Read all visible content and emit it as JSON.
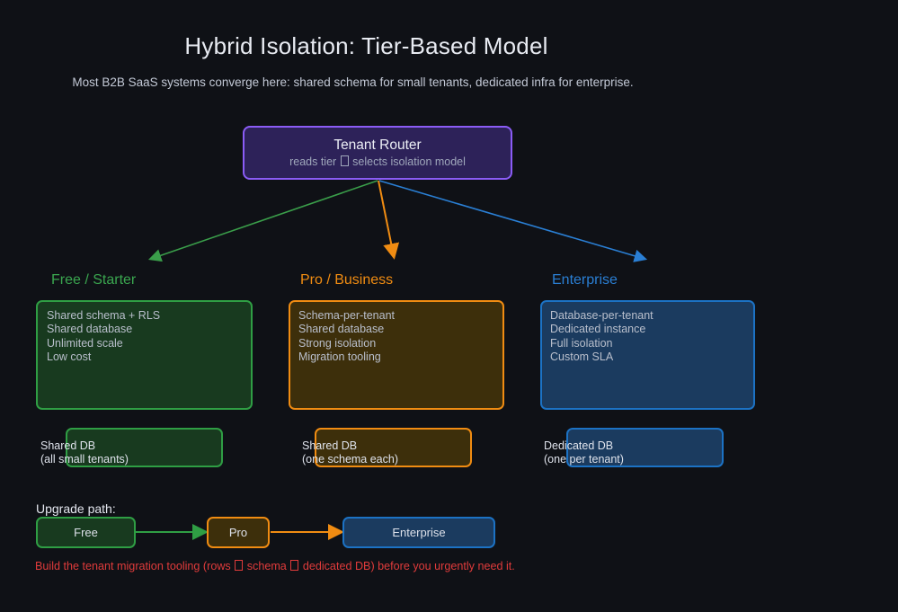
{
  "page": {
    "title": "Hybrid Isolation: Tier-Based Model",
    "subtitle": "Most B2B SaaS systems converge here: shared schema for small tenants, dedicated infra for enterprise.",
    "background_color": "#0f1116"
  },
  "router": {
    "title": "Tenant Router",
    "subtitle_before": "reads tier",
    "subtitle_after": "selects isolation model",
    "border_color": "#8b5cf6",
    "fill_color": "#2d2259"
  },
  "tiers": [
    {
      "heading": "Free / Starter",
      "color": "#3aa64f",
      "fill": "#183a1f",
      "features": [
        "Shared schema + RLS",
        "Shared database",
        "Unlimited scale",
        "Low cost"
      ],
      "db_label": "Shared DB",
      "db_sub": "(all small tenants)"
    },
    {
      "heading": "Pro / Business",
      "color": "#f08c12",
      "fill": "#3d2f0b",
      "features": [
        "Schema-per-tenant",
        "Shared database",
        "Strong isolation",
        "Migration tooling"
      ],
      "db_label": "Shared DB",
      "db_sub": "(one schema each)"
    },
    {
      "heading": "Enterprise",
      "color": "#1c72c4",
      "fill": "#1b3b5f",
      "features": [
        "Database-per-tenant",
        "Dedicated instance",
        "Full isolation",
        "Custom SLA"
      ],
      "db_label": "Dedicated DB",
      "db_sub": "(one per tenant)"
    }
  ],
  "upgrade": {
    "label": "Upgrade path:",
    "steps": [
      {
        "name": "Free",
        "color": "#2f9e44",
        "fill": "#183a1f"
      },
      {
        "name": "Pro",
        "color": "#f08c12",
        "fill": "#3d2f0b"
      },
      {
        "name": "Enterprise",
        "color": "#1c72c4",
        "fill": "#1b3b5f"
      }
    ]
  },
  "footer": {
    "part1": "Build the tenant migration tooling (rows",
    "part2": "schema",
    "part3": "dedicated DB) before you urgently need it.",
    "color": "#e03b3b"
  },
  "arrows": {
    "router_to_free_color": "#3a9e4a",
    "router_to_pro_color": "#f08c12",
    "router_to_enterprise_color": "#2a7fd4",
    "free_to_pro_color": "#2f9e44",
    "pro_to_enterprise_color": "#f08c12"
  }
}
